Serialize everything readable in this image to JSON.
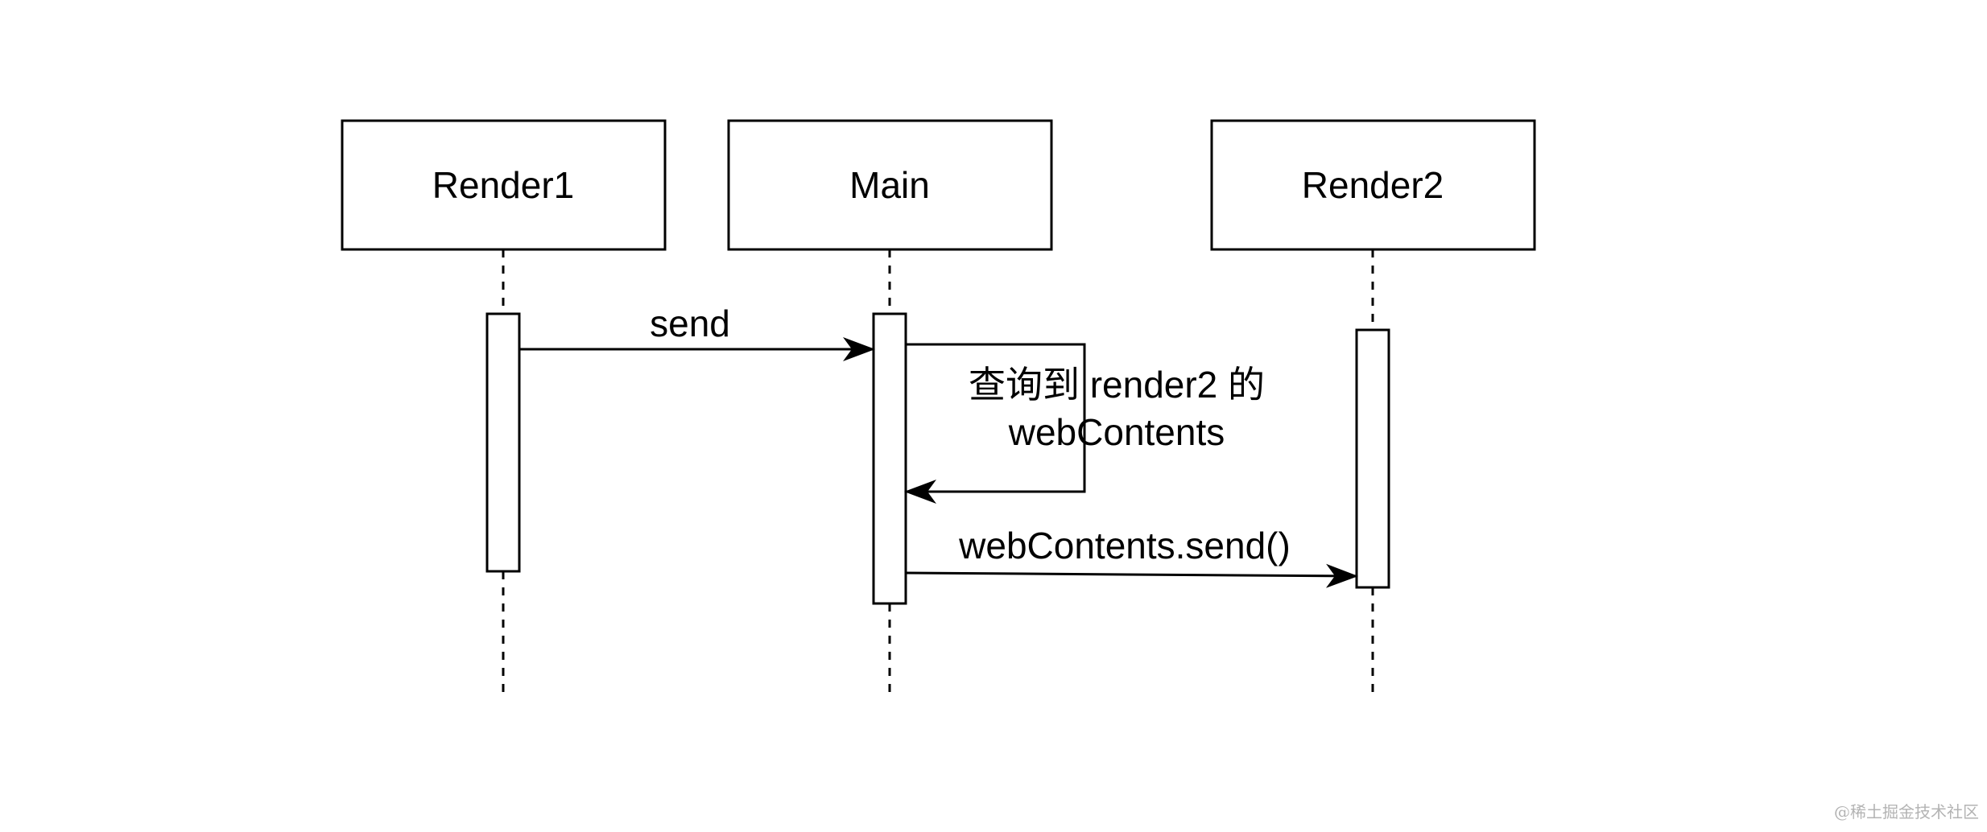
{
  "participants": [
    {
      "id": "render1",
      "label": "Render1"
    },
    {
      "id": "main",
      "label": "Main"
    },
    {
      "id": "render2",
      "label": "Render2"
    }
  ],
  "messages": [
    {
      "id": "send",
      "from": "render1",
      "to": "main",
      "label": "send"
    },
    {
      "id": "self",
      "from": "main",
      "to": "main",
      "label_line1": "查询到 render2 的",
      "label_line2": "webContents"
    },
    {
      "id": "forward",
      "from": "main",
      "to": "render2",
      "label": "webContents.send()"
    }
  ],
  "watermark": "@稀土掘金技术社区"
}
